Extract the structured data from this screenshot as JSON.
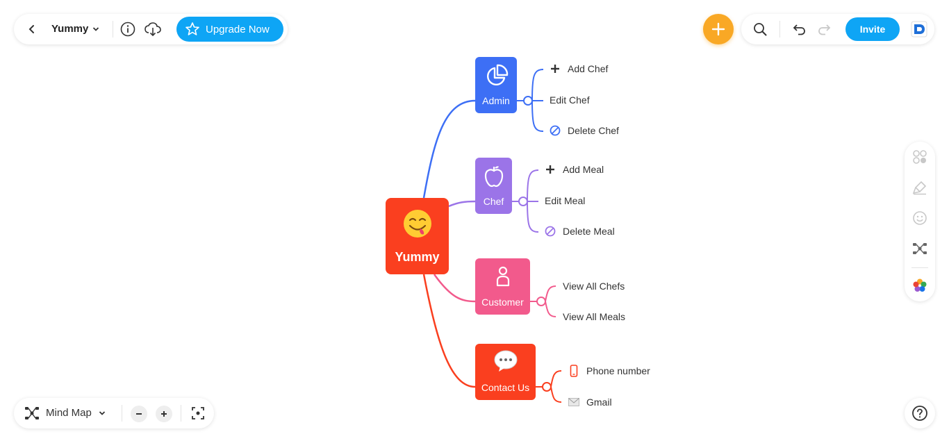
{
  "toolbar": {
    "doc_title": "Yummy",
    "upgrade_label": "Upgrade Now",
    "invite_label": "Invite",
    "view_mode": "Mind Map"
  },
  "colors": {
    "accent": "#0ea5f5",
    "fab": "#f9a825",
    "root": "#fa3f1f",
    "admin": "#3d6ff5",
    "chef": "#9b74e8",
    "customer": "#f25a8c",
    "contact": "#fa3f1f"
  },
  "mindmap": {
    "root": {
      "label": "Yummy",
      "icon": "yum-face-emoji"
    },
    "branches": [
      {
        "label": "Admin",
        "icon": "pie-chart-icon",
        "children": [
          {
            "label": "Add Chef",
            "icon": "plus-icon"
          },
          {
            "label": "Edit Chef",
            "icon": ""
          },
          {
            "label": "Delete Chef",
            "icon": "prohibited-icon"
          }
        ]
      },
      {
        "label": "Chef",
        "icon": "apple-icon",
        "children": [
          {
            "label": "Add Meal",
            "icon": "plus-icon"
          },
          {
            "label": "Edit Meal",
            "icon": ""
          },
          {
            "label": "Delete Meal",
            "icon": "prohibited-icon"
          }
        ]
      },
      {
        "label": "Customer",
        "icon": "person-icon",
        "children": [
          {
            "label": "View All Chefs",
            "icon": ""
          },
          {
            "label": "View All Meals",
            "icon": ""
          }
        ]
      },
      {
        "label": "Contact Us",
        "icon": "speech-bubble-icon",
        "children": [
          {
            "label": "Phone number",
            "icon": "phone-icon"
          },
          {
            "label": "Gmail",
            "icon": "envelope-icon"
          }
        ]
      }
    ]
  }
}
